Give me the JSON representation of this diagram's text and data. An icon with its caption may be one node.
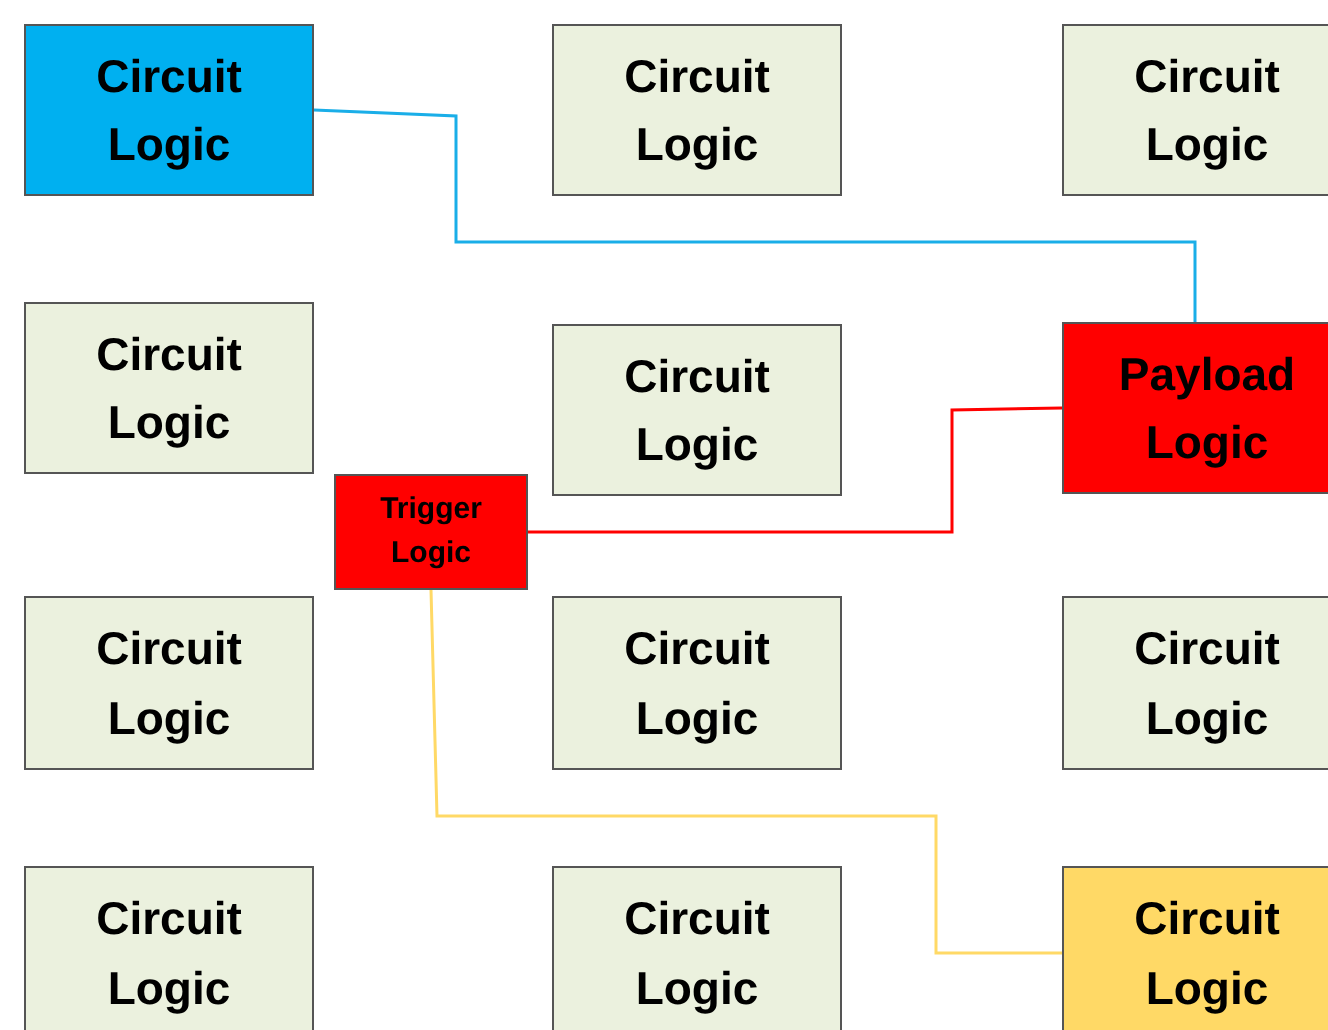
{
  "diagram": {
    "nodes": [
      {
        "text": [
          "Circuit Logic"
        ]
      },
      {
        "text": [
          "Circuit Logic"
        ]
      },
      {
        "text": [
          "Circuit Logic"
        ]
      },
      {
        "text": [
          "Circuit Logic"
        ]
      },
      {
        "text": [
          "Circuit Logic"
        ]
      },
      {
        "text": [
          "Payload Logic"
        ]
      },
      {
        "text": [
          "Trigger Logic"
        ]
      },
      {
        "text": [
          "Circuit Logic"
        ]
      },
      {
        "text": [
          "Circuit Logic"
        ]
      },
      {
        "text": [
          "Circuit Logic"
        ]
      },
      {
        "text": [
          "Circuit Logic"
        ]
      },
      {
        "text": [
          "Circuit Logic"
        ]
      },
      {
        "text": [
          "Circuit Logic"
        ]
      }
    ],
    "edges": [
      {
        "from": 0,
        "to": 5,
        "arrow": "none",
        "color": "#1aaee8"
      },
      {
        "from": 6,
        "to": 5,
        "arrow": "none",
        "color": "#ff0000"
      },
      {
        "from": 6,
        "to": 12,
        "arrow": "none",
        "color": "#ffd966"
      }
    ]
  }
}
